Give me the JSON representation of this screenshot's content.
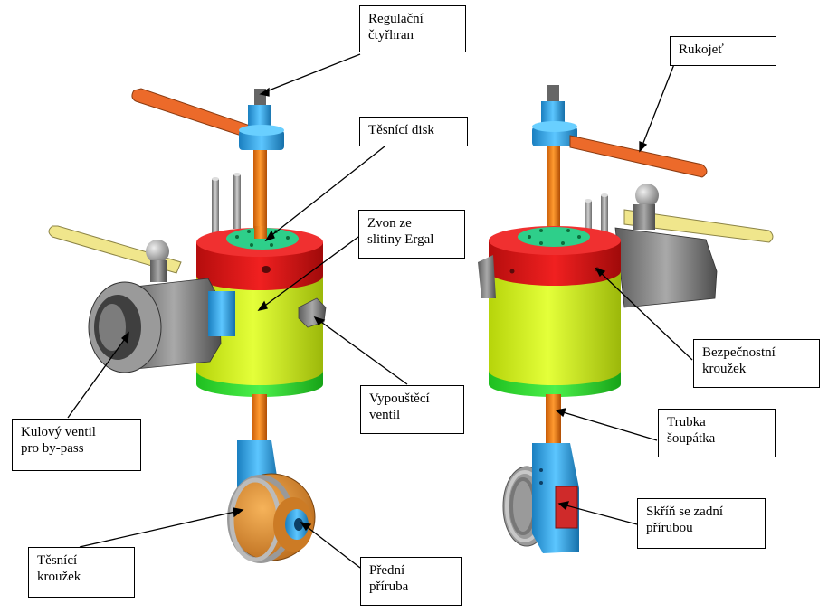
{
  "labels": {
    "regulacni_ctyrhran": [
      "Regulační",
      "čtyřhran"
    ],
    "tesnici_disk": [
      "Těsnící disk"
    ],
    "zvon": [
      "Zvon ze",
      "slitiny Ergal"
    ],
    "vypousteci_ventil": [
      "Vypouštěcí",
      "ventil"
    ],
    "kulovy_ventil": [
      "Kulový ventil",
      "pro by-pass"
    ],
    "tesnici_krouzek": [
      "Těsnící",
      "kroužek"
    ],
    "predni_priruba": [
      "Přední",
      "příruba"
    ],
    "rukojet": [
      "Rukojeť"
    ],
    "bezpecnostni_krouzek": [
      "Bezpečnostní",
      "kroužek"
    ],
    "trubka_soupatka": [
      "Trubka",
      "šoupátka"
    ],
    "skrin": [
      "Skříň se zadní",
      "přírubou"
    ]
  },
  "colors": {
    "yellow_body": "#d4f50a",
    "red_ring": "#e21414",
    "green_part": "#2fe82f",
    "teal_disk": "#2ecf8a",
    "orange_stem": "#f07a10",
    "blue_part": "#2aa6e8",
    "grey_valve": "#8a8a8a",
    "handle_yellow": "#f0e68c",
    "handle_orange": "#ec6a2a",
    "bronze_ring": "#d88a2a"
  }
}
